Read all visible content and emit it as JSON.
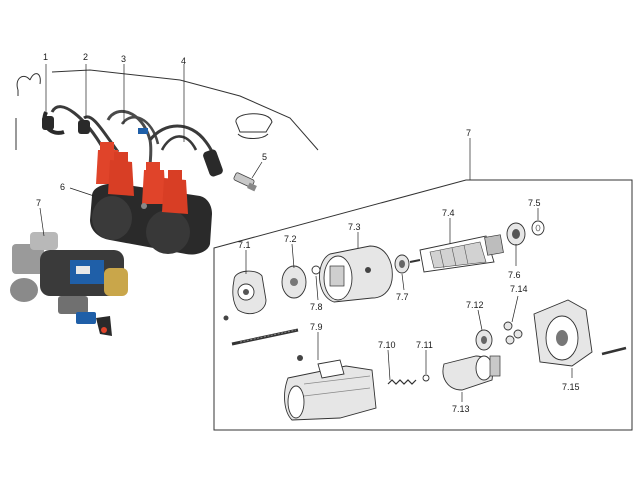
{
  "callouts": {
    "c1": "1",
    "c2": "2",
    "c3": "3",
    "c4": "4",
    "c5": "5",
    "c6": "6",
    "c7_photo": "7",
    "c7_box": "7",
    "c7_1": "7.1",
    "c7_2": "7.2",
    "c7_3": "7.3",
    "c7_4": "7.4",
    "c7_5": "7.5",
    "c7_6": "7.6",
    "c7_7": "7.7",
    "c7_8": "7.8",
    "c7_9": "7.9",
    "c7_10": "7.10",
    "c7_11": "7.11",
    "c7_12": "7.12",
    "c7_13": "7.13",
    "c7_14": "7.14",
    "c7_15": "7.15"
  },
  "colors": {
    "boot_red": "#e0442a",
    "coil_black": "#2a2a2a",
    "starter_blue": "#1f5fa8",
    "line": "#333333"
  }
}
